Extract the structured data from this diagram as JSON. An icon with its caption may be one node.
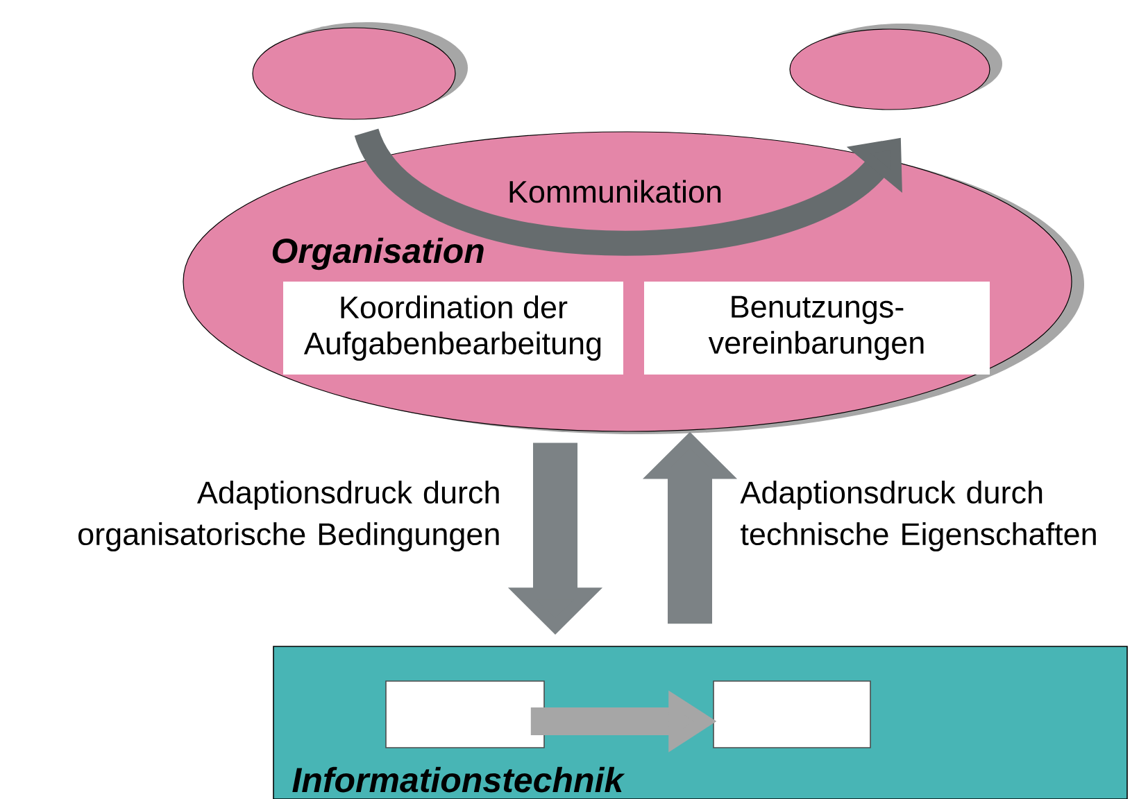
{
  "diagram": {
    "nodes": [
      {
        "text": [
          "Organisation"
        ]
      },
      {
        "text": [],
        "shape": "circle"
      },
      {
        "text": [],
        "shape": "circle"
      },
      {
        "text": [
          "Koordination der Aufgabenbearbeitung"
        ],
        "in": 0
      },
      {
        "text": [
          "Benutzungs- vereinbarungen"
        ],
        "in": 0
      },
      {
        "text": [
          "Informationstechnik"
        ]
      },
      {
        "text": [],
        "shape": "box",
        "in": 5
      },
      {
        "text": [],
        "shape": "box",
        "in": 5
      }
    ],
    "edges": [
      {
        "from": 1,
        "to": 2,
        "arrow": "to",
        "label": "Kommunikation"
      },
      {
        "from": 0,
        "to": 5,
        "arrow": "to",
        "label": "Adaptionsdruck durch organisatorische Bedingungen"
      },
      {
        "from": 5,
        "to": 0,
        "arrow": "to",
        "label": "Adaptionsdruck durch technische Eigenschaften"
      },
      {
        "from": 6,
        "to": 7,
        "arrow": "to",
        "color": "#a6a6a6"
      }
    ]
  }
}
